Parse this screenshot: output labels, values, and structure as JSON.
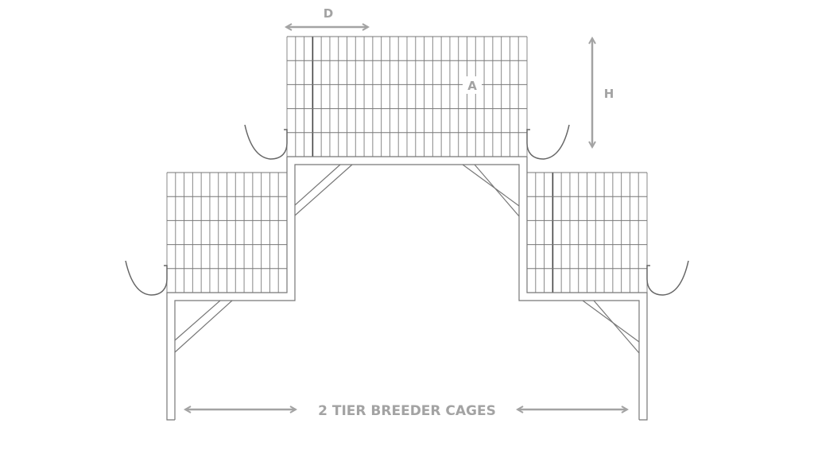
{
  "title": "2 TIER BREEDER CAGES",
  "dimension_labels": {
    "depth": "D",
    "height": "H",
    "cage": "A"
  },
  "colors": {
    "line": "#666666",
    "grid": "#7a7a7a",
    "annotation": "#a3a3a3",
    "background": "#ffffff"
  }
}
